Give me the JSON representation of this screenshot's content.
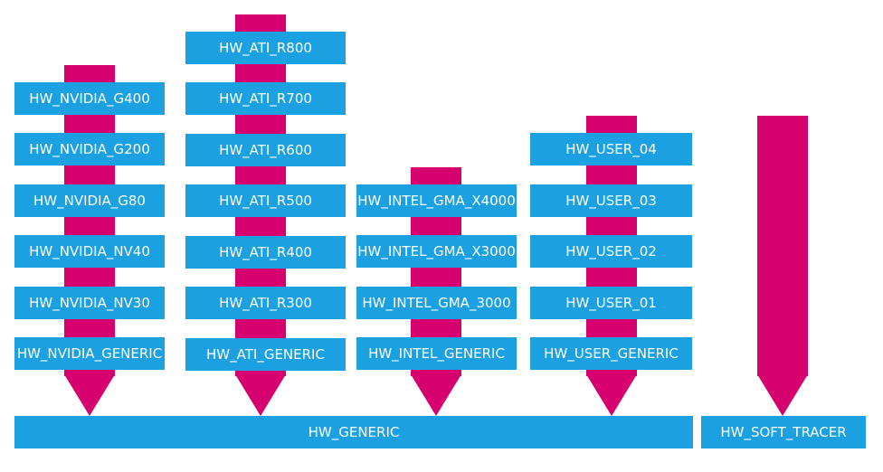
{
  "columns": [
    {
      "id": "nvidia",
      "boxes": [
        "HW_NVIDIA_G400",
        "HW_NVIDIA_G200",
        "HW_NVIDIA_G80",
        "HW_NVIDIA_NV40",
        "HW_NVIDIA_NV30",
        "HW_NVIDIA_GENERIC"
      ]
    },
    {
      "id": "ati",
      "boxes": [
        "HW_ATI_R800",
        "HW_ATI_R700",
        "HW_ATI_R600",
        "HW_ATI_R500",
        "HW_ATI_R400",
        "HW_ATI_R300",
        "HW_ATI_GENERIC"
      ]
    },
    {
      "id": "intel",
      "boxes": [
        "HW_INTEL_GMA_X4000",
        "HW_INTEL_GMA_X3000",
        "HW_INTEL_GMA_3000",
        "HW_INTEL_GENERIC"
      ]
    },
    {
      "id": "user",
      "boxes": [
        "HW_USER_04",
        "HW_USER_03",
        "HW_USER_02",
        "HW_USER_01",
        "HW_USER_GENERIC"
      ]
    },
    {
      "id": "soft",
      "boxes": []
    }
  ],
  "base": {
    "generic": "HW_GENERIC",
    "soft_tracer": "HW_SOFT_TRACER"
  },
  "colors": {
    "box": "#1ba1e2",
    "arrow": "#d6006f",
    "text": "#ffffff"
  }
}
